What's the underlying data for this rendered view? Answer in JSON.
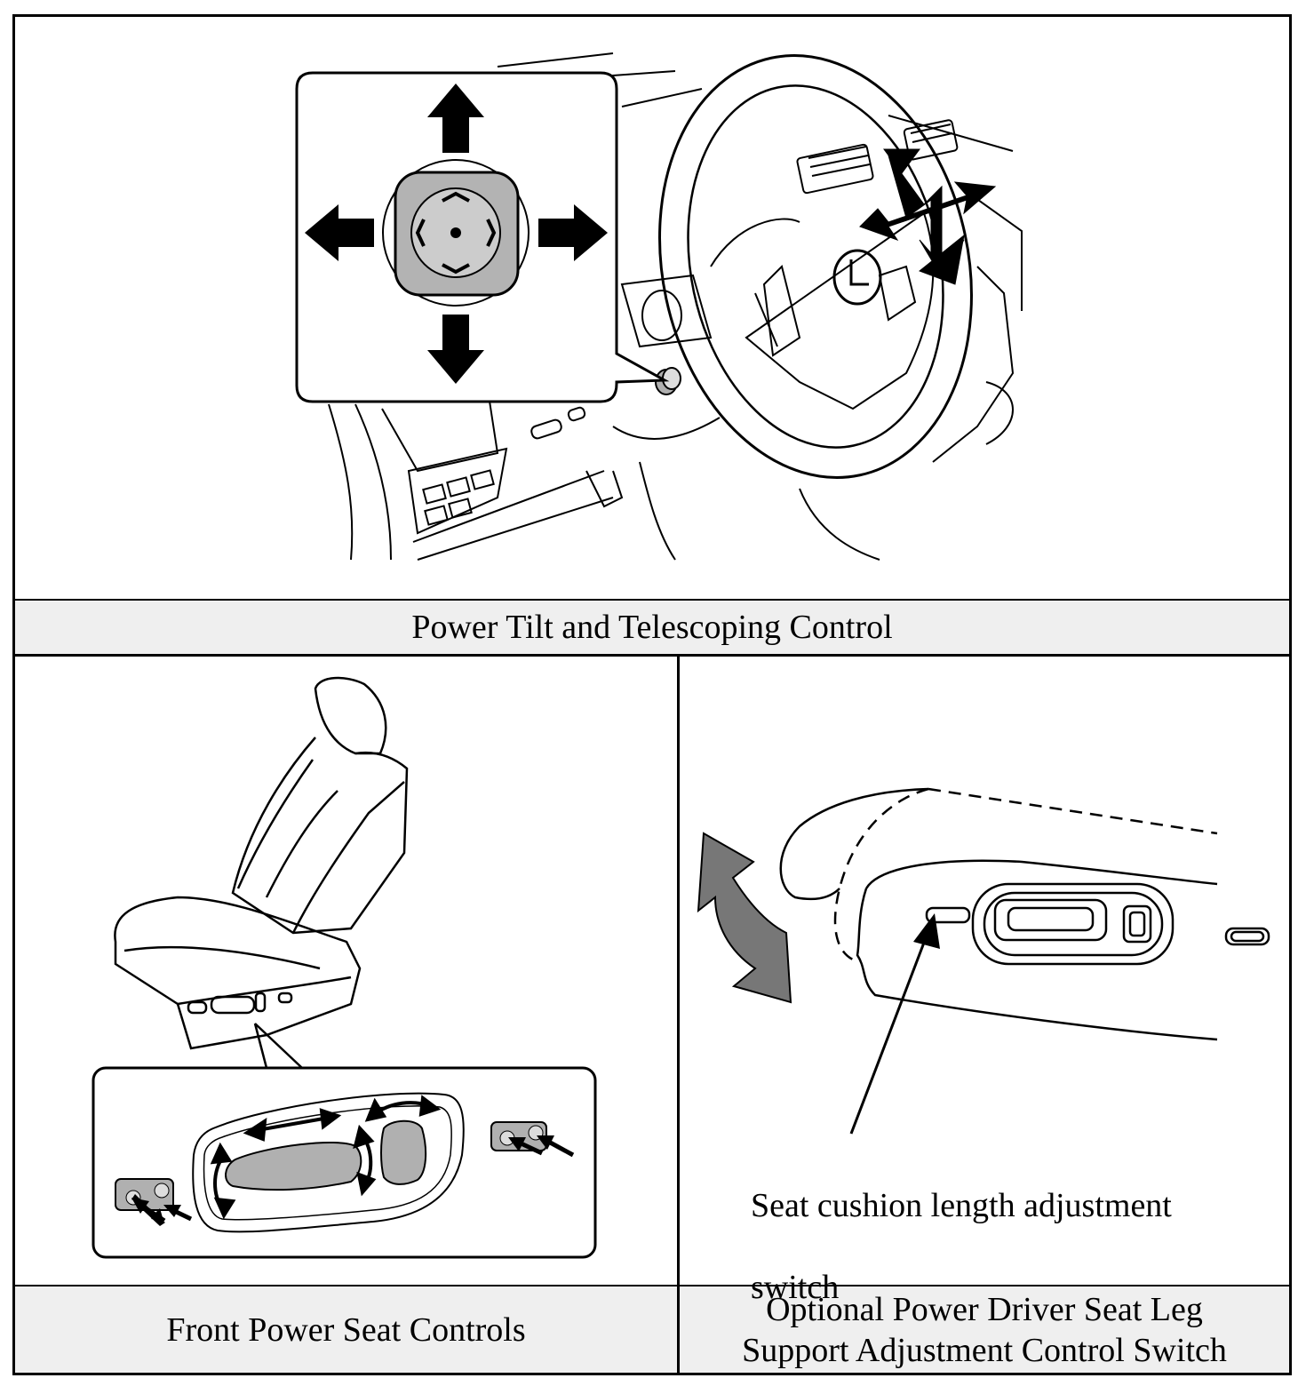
{
  "panels": {
    "top": {
      "caption": "Power Tilt and Telescoping Control"
    },
    "bottom_left": {
      "caption": "Front Power Seat Controls"
    },
    "bottom_right": {
      "caption_line1": "Optional Power Driver Seat Leg",
      "caption_line2": "Support Adjustment Control Switch",
      "callout_line1": "Seat cushion length adjustment",
      "callout_line2": "switch"
    }
  },
  "colors": {
    "line": "#000000",
    "caption_bg": "#efefef",
    "arrow_gray": "#777777",
    "switch_gray": "#b0b0b0"
  },
  "icons": [
    "joystick-icon",
    "lexus-logo-icon",
    "steering-wheel-icon",
    "seat-icon"
  ]
}
